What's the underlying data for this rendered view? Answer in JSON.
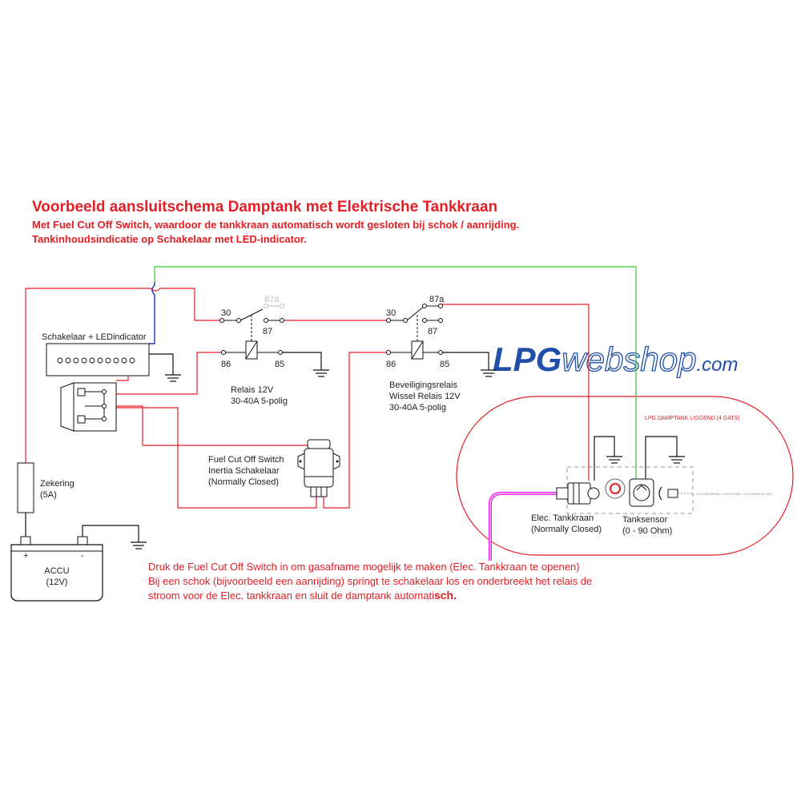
{
  "header": {
    "title": "Voorbeeld aansluitschema Damptank met Elektrische Tankkraan",
    "subtitle_1": "Met Fuel Cut Off Switch, waardoor de tankkraan automatisch wordt gesloten bij schok / aanrijding.",
    "subtitle_2": "Tankinhoudsindicatie op Schakelaar met LED-indicator."
  },
  "logo": {
    "part_1": "LPG",
    "part_2": "webshop",
    "part_3": ".com"
  },
  "components": {
    "switch_led": {
      "label": "Schakelaar + LEDindicator"
    },
    "fuse": {
      "line_1": "Zekering",
      "line_2": "(5A)"
    },
    "battery": {
      "line_1": "ACCU",
      "line_2": "(12V)",
      "plus": "+",
      "minus": "-"
    },
    "relay_1": {
      "pin_30": "30",
      "pin_87a": "87a",
      "pin_87": "87",
      "pin_86": "86",
      "pin_85": "85",
      "line_1": "Relais 12V",
      "line_2": "30-40A 5-polig"
    },
    "relay_2": {
      "pin_30": "30",
      "pin_87a": "87a",
      "pin_87": "87",
      "pin_86": "86",
      "pin_85": "85",
      "line_1": "Beveiligingsrelais",
      "line_2": "Wissel Relais 12V",
      "line_3": "30-40A 5-polig"
    },
    "fuel_cut": {
      "line_1": "Fuel Cut Off Switch",
      "line_2": "Inertia Schakelaar",
      "line_3": "(Normally Closed)"
    },
    "tank": {
      "title": "LPG DAMPTANK LIGGEND (4 GATS)",
      "connector_note": "LPG BEGRENS / VOLGORDE + VULAANSLUITING"
    },
    "tank_valve": {
      "line_1": "Elec. Tankkraan",
      "line_2": "(Normally Closed)"
    },
    "tank_sensor": {
      "line_1": "Tanksensor",
      "line_2": "(0 - 90 Ohm)"
    }
  },
  "notes": {
    "line_1": "Druk de Fuel Cut Off Switch in om gasafname mogelijk te maken (Elec. Tankkraan te openen)",
    "line_2": "Bij een schok (bijvoorbeeld een aanrijding) springt te schakelaar los en onderbreekt het relais de",
    "line_3_a": "stroom voor de Elec. tankkraan en sluit de damptank automati",
    "line_3_b": "sch."
  },
  "colors": {
    "title": "#e31e24",
    "wire_red": "#e31e24",
    "wire_black": "#111111",
    "wire_blue": "#2430b8",
    "wire_green": "#33cc33",
    "wire_pink": "#ee22ee",
    "logo_blue": "#1f4fa8"
  }
}
